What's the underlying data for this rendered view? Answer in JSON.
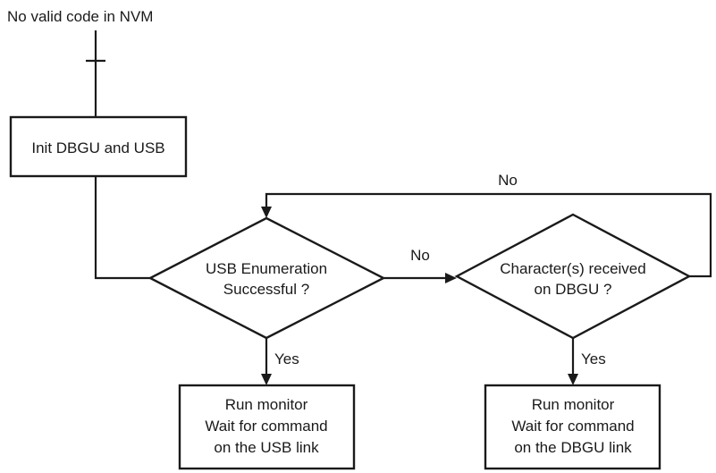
{
  "start": {
    "label": "No valid code in NVM"
  },
  "init": {
    "label": "Init DBGU and USB"
  },
  "usb_decision": {
    "lines": [
      "USB Enumeration",
      "Successful ?"
    ]
  },
  "dbgu_decision": {
    "lines": [
      "Character(s) received",
      "on DBGU ?"
    ]
  },
  "usb_monitor": {
    "lines": [
      "Run monitor",
      "Wait for command",
      "on the USB link"
    ]
  },
  "dbgu_monitor": {
    "lines": [
      "Run monitor",
      "Wait for command",
      "on the DBGU link"
    ]
  },
  "edge_labels": {
    "usb_no": "No",
    "usb_yes": "Yes",
    "dbgu_no": "No",
    "dbgu_yes": "Yes"
  },
  "colors": {
    "stroke": "#1a1a1a",
    "background": "#ffffff"
  }
}
